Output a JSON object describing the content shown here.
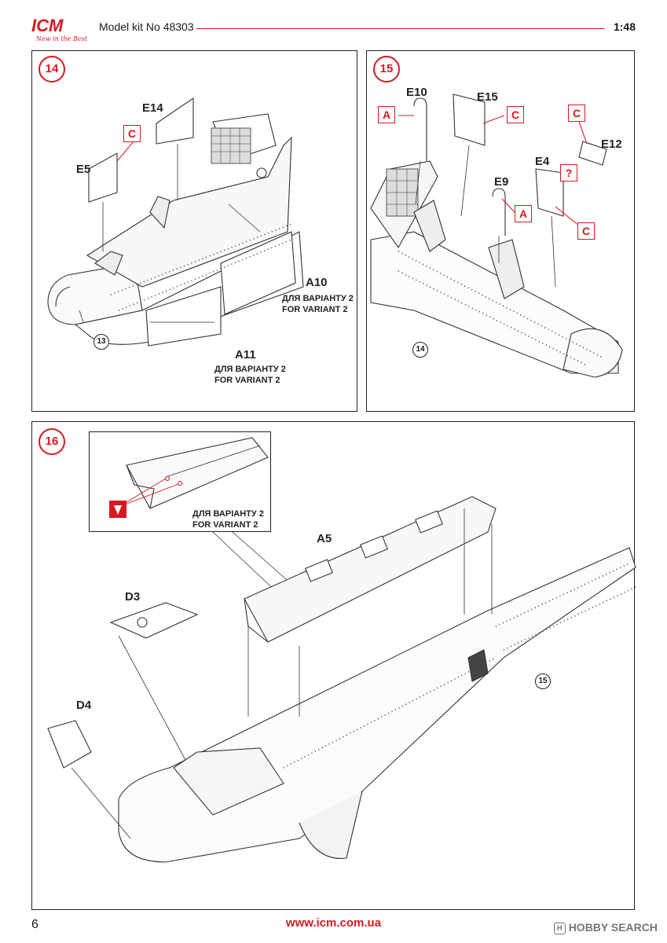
{
  "header": {
    "logo_text": "ICM",
    "logo_tagline": "New in the Best",
    "kit_label": "Model kit No 48303",
    "scale": "1:48",
    "accent_color": "#d71920"
  },
  "step14": {
    "step": "14",
    "labels": {
      "e14": "E14",
      "e5": "E5",
      "a10": "A10",
      "a11": "A11"
    },
    "tag": "C",
    "a10_note": [
      "ДЛЯ ВАРІАНТУ 2",
      "FOR VARIANT 2"
    ],
    "a11_note": [
      "ДЛЯ ВАРІАНТУ 2",
      "FOR VARIANT 2"
    ],
    "ref": "13"
  },
  "step15": {
    "step": "15",
    "labels": {
      "e10": "E10",
      "e15": "E15",
      "e12": "E12",
      "e4": "E4",
      "e9": "E9"
    },
    "tags": {
      "a1": "A",
      "c1": "C",
      "c2": "C",
      "q": "?",
      "a2": "A",
      "c3": "C"
    },
    "ref": "14"
  },
  "step16": {
    "step": "16",
    "labels": {
      "a5": "A5",
      "d3": "D3",
      "d4": "D4"
    },
    "inset_note": [
      "ДЛЯ ВАРІАНТУ 2",
      "FOR VARIANT 2"
    ],
    "ref": "15"
  },
  "footer": {
    "page_number": "6",
    "url": "www.icm.com.ua",
    "watermark_icon": "H",
    "watermark": "HOBBY SEARCH"
  }
}
